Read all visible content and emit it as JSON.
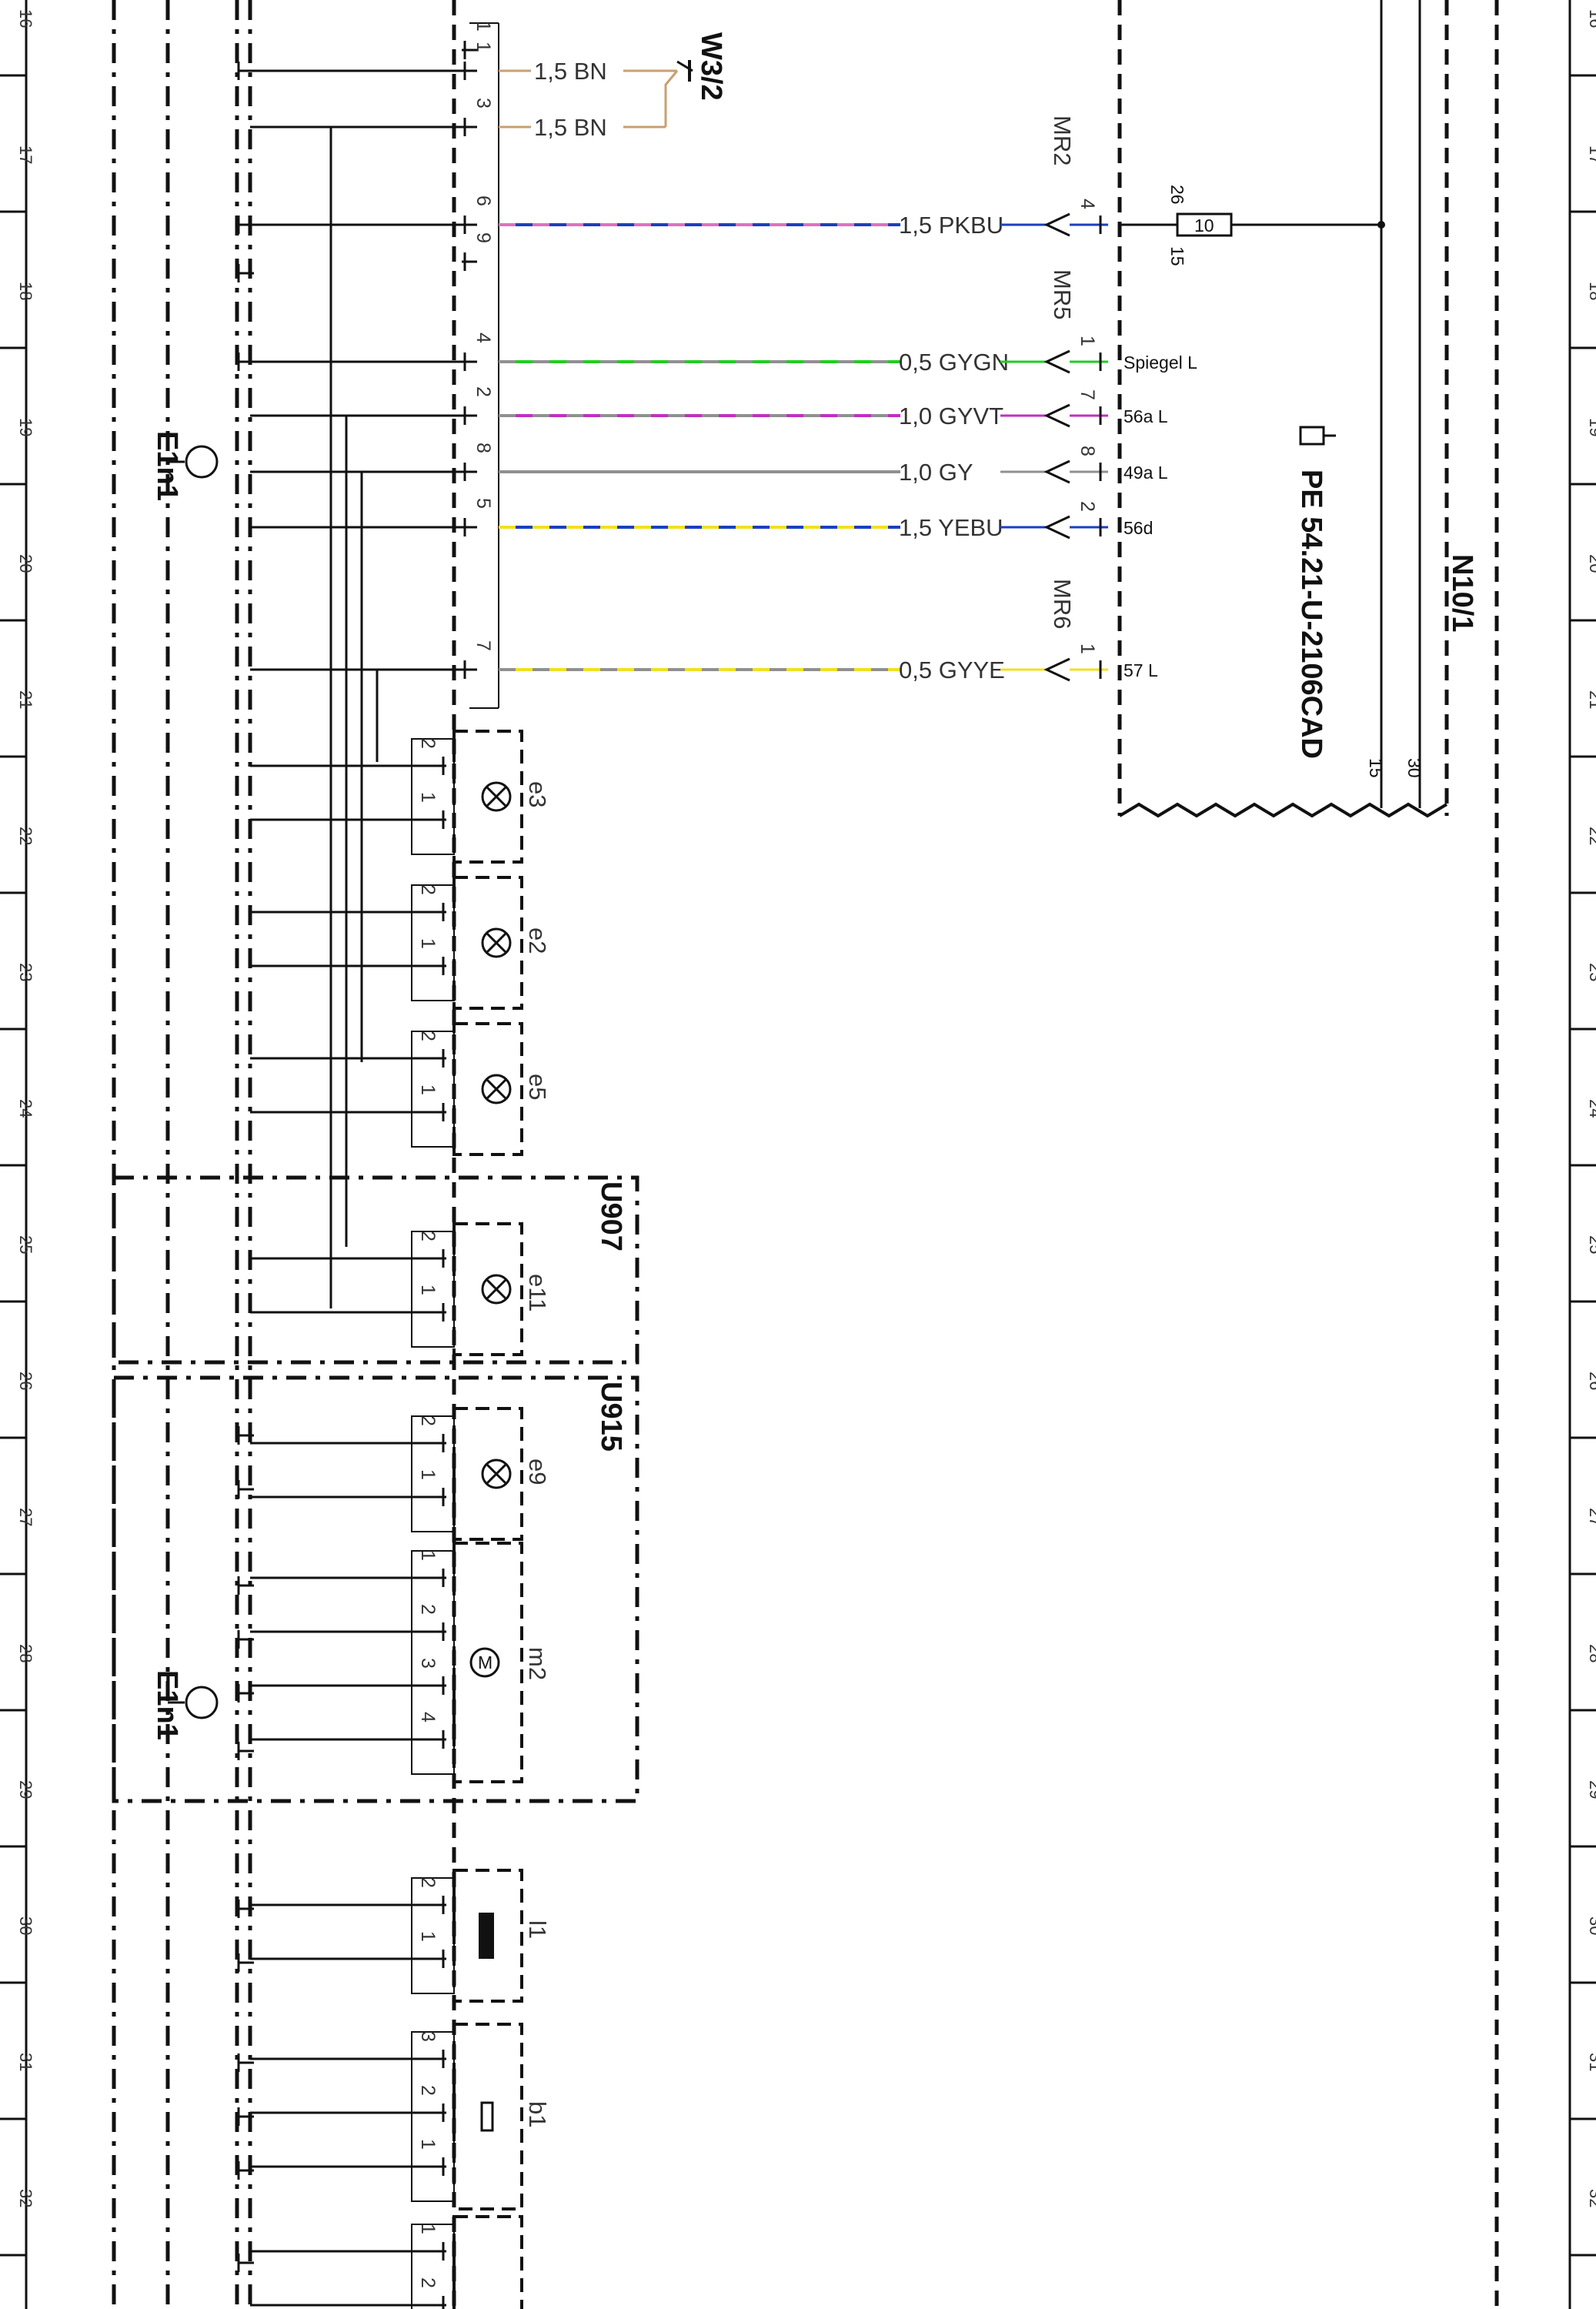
{
  "ruler_numbers": [
    "16",
    "17",
    "18",
    "19",
    "20",
    "21",
    "22",
    "23",
    "24",
    "25",
    "26",
    "27",
    "28",
    "29",
    "30",
    "31",
    "32"
  ],
  "labels": {
    "w32": "W3/2",
    "n101": "N10/1",
    "pe": "PE 54.21-U-2106CAD",
    "e1n1_top": "E1n1",
    "e1n1_bottom": "E1n1",
    "u907": "U907",
    "u915": "U915",
    "mr2": "MR2",
    "mr5": "MR5",
    "mr6": "MR6",
    "fuse": "10",
    "fuse_in": "26",
    "fuse_out": "15",
    "n101_pin15": "15",
    "n101_pin30": "30",
    "motor_symbol": "M"
  },
  "connector_pins": [
    "1",
    "1",
    "3",
    "6",
    "9",
    "4",
    "2",
    "8",
    "5",
    "7"
  ],
  "wires": [
    {
      "id": "w1",
      "pin": "1",
      "label": "1,5 BN",
      "color": "#c8a070",
      "color2": "#c8a070"
    },
    {
      "id": "w2",
      "pin": "3",
      "label": "1,5 BN",
      "color": "#c8a070",
      "color2": "#c8a070"
    },
    {
      "id": "w3",
      "pin": "6",
      "label": "1,5 PKBU",
      "color": "#e070c0",
      "color2": "#1a3fbf",
      "mr_pin": "4"
    },
    {
      "id": "w4",
      "pin": "4",
      "label": "0,5 GYGN",
      "color": "#909090",
      "color2": "#22cc22",
      "mr_pin": "1",
      "target": "Spiegel L"
    },
    {
      "id": "w5",
      "pin": "2",
      "label": "1,0 GYVT",
      "color": "#909090",
      "color2": "#c030c0",
      "mr_pin": "7",
      "target": "56a L"
    },
    {
      "id": "w6",
      "pin": "8",
      "label": "1,0 GY",
      "color": "#909090",
      "color2": "#909090",
      "mr_pin": "8",
      "target": "49a L"
    },
    {
      "id": "w7",
      "pin": "5",
      "label": "1,5 YEBU",
      "color": "#f0e020",
      "color2": "#1a3fbf",
      "mr_pin": "2",
      "target": "56d"
    },
    {
      "id": "w8",
      "pin": "7",
      "label": "0,5 GYYE",
      "color": "#909090",
      "color2": "#f0e020",
      "mr_pin": "1",
      "target": "57 L"
    }
  ],
  "components": [
    {
      "id": "e3",
      "label": "e3",
      "pins": [
        "2",
        "1"
      ]
    },
    {
      "id": "e2",
      "label": "e2",
      "pins": [
        "2",
        "1"
      ]
    },
    {
      "id": "e5",
      "label": "e5",
      "pins": [
        "2",
        "1"
      ]
    },
    {
      "id": "e11",
      "label": "e11",
      "pins": [
        "2",
        "1"
      ]
    },
    {
      "id": "e9",
      "label": "e9",
      "pins": [
        "2",
        "1"
      ]
    },
    {
      "id": "m2",
      "label": "m2",
      "pins": [
        "1",
        "2",
        "3",
        "4"
      ]
    },
    {
      "id": "l1",
      "label": "l1",
      "pins": [
        "2",
        "1"
      ]
    },
    {
      "id": "b1",
      "label": "b1",
      "pins": [
        "3",
        "2",
        "1"
      ]
    },
    {
      "id": "x32",
      "label": "",
      "pins": [
        "1",
        "2"
      ]
    }
  ]
}
